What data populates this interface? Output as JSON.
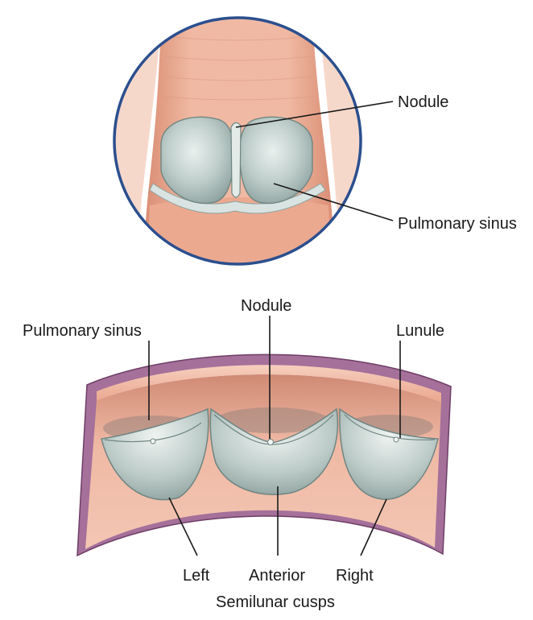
{
  "top_view": {
    "labels": {
      "nodule": "Nodule",
      "pulmonary_sinus": "Pulmonary sinus"
    }
  },
  "bottom_view": {
    "labels": {
      "pulmonary_sinus": "Pulmonary sinus",
      "nodule": "Nodule",
      "lunule": "Lunule",
      "left": "Left",
      "anterior": "Anterior",
      "right": "Right",
      "caption": "Semilunar cusps"
    }
  },
  "colors": {
    "circle_border": "#2b4f8e",
    "vessel_wall": "#e6a48c",
    "vessel_inner": "#f2c2ae",
    "cusp": "#b9c7c4",
    "cusp_highlight": "#e6eeec",
    "outer_wall": "#a5709a"
  }
}
